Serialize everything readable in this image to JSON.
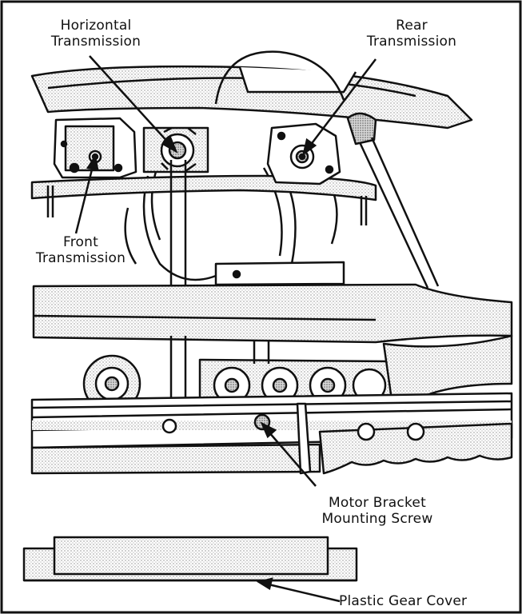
{
  "labels": {
    "horizontal_transmission": [
      "Horizontal",
      "Transmission"
    ],
    "rear_transmission": [
      "Rear",
      "Transmission"
    ],
    "front_transmission": [
      "Front",
      "Transmission"
    ],
    "motor_bracket_screw": [
      "Motor Bracket",
      "Mounting Screw"
    ],
    "plastic_gear_cover": "Plastic Gear Cover"
  },
  "colors": {
    "ink": "#111111",
    "paper": "#ffffff",
    "stipple": "#bdbdbd",
    "shade": "#8a8a8a"
  }
}
